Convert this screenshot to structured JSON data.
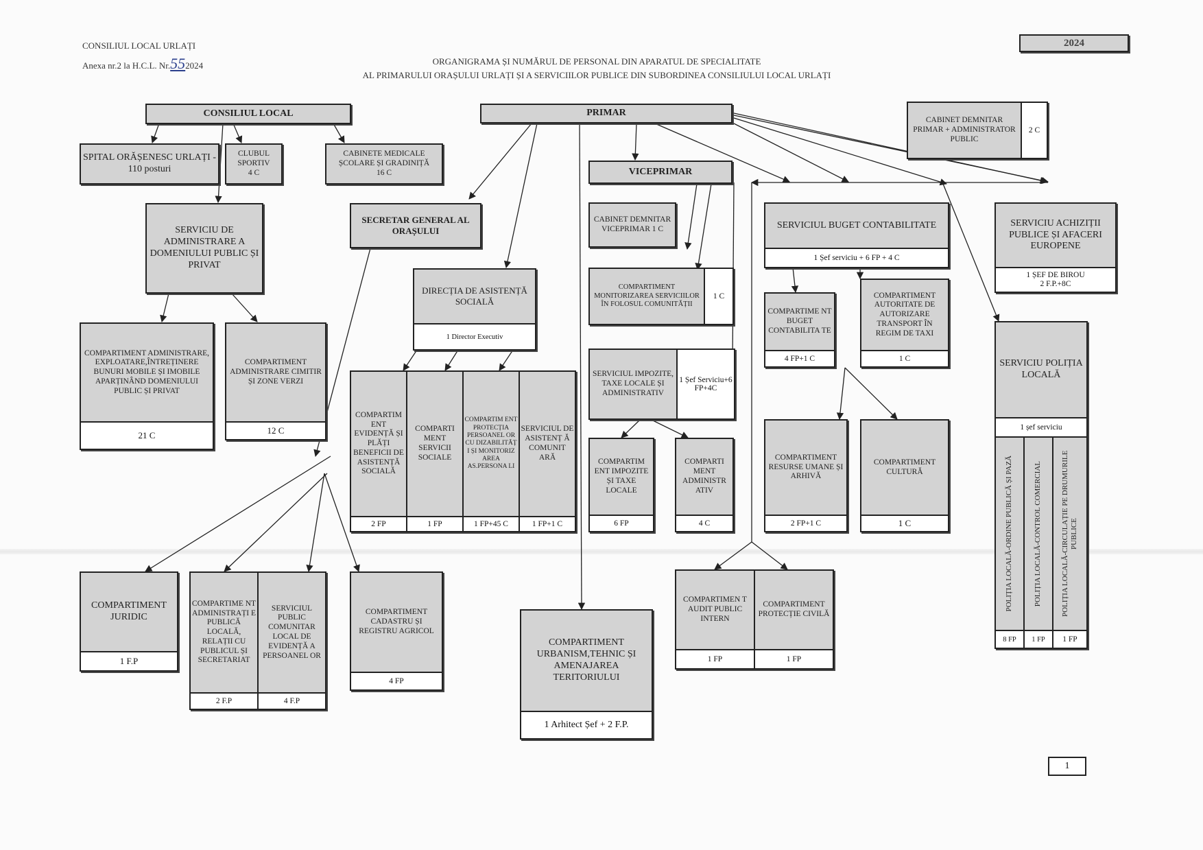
{
  "header": {
    "org": "CONSILIUL LOCAL URLAȚI",
    "annex_prefix": "Anexa nr.2 la H.C.L. Nr.",
    "hcl_number": "55",
    "annex_year": "2024",
    "title_line1": "ORGANIGRAMA ȘI NUMĂRUL DE PERSONAL DIN APARATUL DE SPECIALITATE",
    "title_line2": "AL PRIMARULUI ORAȘULUI URLAȚI ȘI A SERVICIILOR PUBLICE DIN SUBORDINEA CONSILIULUI LOCAL URLAȚI",
    "year_stamp": "2024"
  },
  "boxes": {
    "consiliul_local": "CONSILIUL LOCAL",
    "primar": "PRIMAR",
    "cabinet_primar": "CABINET DEMNITAR PRIMAR + ADMINISTRATOR PUBLIC",
    "cabinet_primar_staff": "2 C",
    "spital": "SPITAL ORĂȘENESC URLAȚI - 110 posturi",
    "clubul": "CLUBUL SPORTIV",
    "clubul_staff": "4 C",
    "cabinete_medicale": "CABINETE MEDICALE ȘCOLARE ȘI GRADINIȚĂ",
    "cabinete_medicale_staff": "16 C",
    "viceprimar": "VICEPRIMAR",
    "cabinet_vice": "CABINET DEMNITAR VICEPRIMAR 1 C",
    "serv_admin_domeniu": "SERVICIU DE ADMINISTRARE A DOMENIULUI PUBLIC ȘI PRIVAT",
    "secretar": "SECRETAR GENERAL AL ORAȘULUI",
    "serv_buget": "SERVICIUL BUGET CONTABILITATE",
    "serv_buget_staff": "1 Șef serviciu + 6 FP + 4 C",
    "achizitii": "SERVICIU ACHIZIȚII PUBLICE ȘI AFACERI EUROPENE",
    "achizitii_staff_1": "1 ȘEF DE BIROU",
    "achizitii_staff_2": "2 F.P.+8C",
    "directia_asistenta": "DIRECȚIA DE ASISTENȚĂ SOCIALĂ",
    "directia_asistenta_staff": "1 Director Executiv",
    "comp_monitorizare": "COMPARTIMENT MONITORIZAREA SERVICIILOR ÎN FOLOSUL COMUNITĂȚII",
    "comp_monitorizare_staff": "1 C",
    "comp_buget": "COMPARTIME NT BUGET CONTABILITA TE",
    "comp_buget_staff": "4 FP+1 C",
    "comp_taxi": "COMPARTIMENT AUTORITATE DE AUTORIZARE TRANSPORT ÎN REGIM DE TAXI",
    "comp_taxi_staff": "1 C",
    "comp_admin_exploatare": "COMPARTIMENT ADMINISTRARE, EXPLOATARE,ÎNTREȚINERE BUNURI MOBILE ȘI IMOBILE APARȚINÂND DOMENIULUI PUBLIC ȘI PRIVAT",
    "comp_admin_exploatare_staff": "21 C",
    "comp_cimitir": "COMPARTIMENT ADMINISTRARE CIMITIR ȘI ZONE VERZI",
    "comp_cimitir_staff": "12 C",
    "serv_impozite": "SERVICIUL IMPOZITE, TAXE LOCALE ȘI ADMINISTRATIV",
    "serv_impozite_staff": "1 Șef Serviciu+6 FP+4C",
    "politia": "SERVICIU POLIȚIA LOCALĂ",
    "politia_staff": "1 șef serviciu",
    "comp_evidenta_plati": "COMPARTIM ENT EVIDENȚĂ ȘI PLĂȚI BENEFICII DE ASISTENȚĂ SOCIALĂ",
    "comp_evidenta_plati_staff": "2 FP",
    "comp_servicii_sociale": "COMPARTI MENT SERVICII SOCIALE",
    "comp_servicii_sociale_staff": "1 FP",
    "comp_protectia": "COMPARTIM ENT PROTECȚIA PERSOANEL OR CU DIZABILITĂȚ I ȘI MONITORIZ AREA AS.PERSONA LI",
    "comp_protectia_staff": "1 FP+45 C",
    "serv_comunitar": "SERVICIUL DE ASISTENȚ Ă COMUNIT ARĂ",
    "serv_comunitar_staff": "1 FP+1 C",
    "comp_impozite": "COMPARTIM ENT IMPOZITE ȘI TAXE LOCALE",
    "comp_impozite_staff": "6 FP",
    "comp_administrativ": "COMPARTI MENT ADMINISTR ATIV",
    "comp_administrativ_staff": "4 C",
    "comp_resurse": "COMPARTIMENT RESURSE UMANE ȘI ARHIVĂ",
    "comp_resurse_staff": "2 FP+1 C",
    "comp_cultura": "COMPARTIMENT CULTURĂ",
    "comp_cultura_staff": "1 C",
    "politia_ordine": "POLIȚIA LOCALĂ-ORDINE PUBLICĂ ȘI PAZĂ",
    "politia_ordine_staff": "8 FP",
    "politia_control": "POLIȚIA LOCALĂ-CONTROL COMERCIAL",
    "politia_control_staff": "1 FP",
    "politia_circulatie": "POLIȚIA LOCALĂ-CIRCULAȚIE PE DRUMURILE PUBLICE",
    "politia_circulatie_staff": "1 FP",
    "comp_juridic": "COMPARTIMENT JURIDIC",
    "comp_juridic_staff": "1 F.P",
    "comp_admin_publica": "COMPARTIME NT ADMINISTRAȚI E PUBLICĂ LOCALĂ, RELAȚII CU PUBLICUL ȘI SECRETARIAT",
    "comp_admin_publica_staff": "2 F.P",
    "serv_evidenta": "SERVICIUL PUBLIC COMUNITAR LOCAL DE EVIDENȚĂ A PERSOANEL OR",
    "serv_evidenta_staff": "4 F.P",
    "comp_cadastru": "COMPARTIMENT CADASTRU ȘI REGISTRU AGRICOL",
    "comp_cadastru_staff": "4 FP",
    "comp_urbanism": "COMPARTIMENT URBANISM,TEHNIC ȘI AMENAJAREA TERITORIULUI",
    "comp_urbanism_staff": "1 Arhitect Șef + 2 F.P.",
    "comp_audit": "COMPARTIMEN T AUDIT PUBLIC INTERN",
    "comp_audit_staff": "1 FP",
    "comp_protectie_civila": "COMPARTIMENT PROTECȚIE CIVILĂ",
    "comp_protectie_civila_staff": "1 FP"
  },
  "page_number": "1"
}
